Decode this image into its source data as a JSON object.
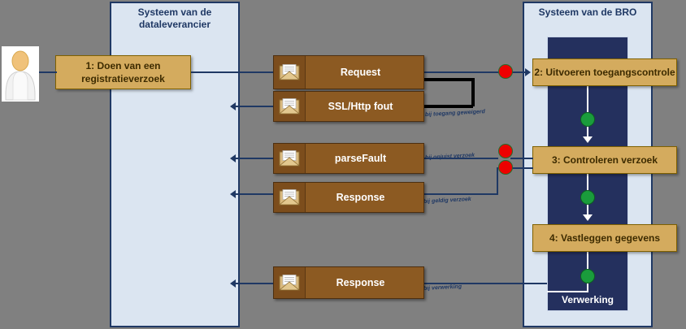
{
  "lanes": [
    {
      "id": "supplier",
      "title": "Systeem van de\ndataleverancier",
      "title_line1": "Systeem van de",
      "title_line2": "dataleverancier"
    },
    {
      "id": "bro",
      "title": "Systeem van de BRO"
    }
  ],
  "verwerking": {
    "label": "Verwerking"
  },
  "actor": {
    "icon": "user-actor-icon"
  },
  "process_steps": [
    {
      "id": "proc-1",
      "label_line1": "1: Doen van een",
      "label_line2": "registratieverzoek",
      "label": "1: Doen van een registratieverzoek"
    },
    {
      "id": "proc-2",
      "label": "2: Uitvoeren toegangscontrole"
    },
    {
      "id": "proc-3",
      "label": "3:  Controleren verzoek"
    },
    {
      "id": "proc-4",
      "label": "4: Vastleggen gegevens"
    }
  ],
  "messages": [
    {
      "id": "msg-request",
      "label": "Request",
      "icon": "envelope-icon"
    },
    {
      "id": "msg-ssl",
      "label": "SSL/Http fout",
      "icon": "envelope-icon"
    },
    {
      "id": "msg-parsefault",
      "label": "parseFault",
      "icon": "envelope-icon"
    },
    {
      "id": "msg-response1",
      "label": "Response",
      "icon": "envelope-icon"
    },
    {
      "id": "msg-response2",
      "label": "Response",
      "icon": "envelope-icon"
    }
  ],
  "conditions": [
    {
      "id": "cond-toegang",
      "label": "bij toegang geweigerd"
    },
    {
      "id": "cond-onjuist",
      "label": "bij onjuist verzoek"
    },
    {
      "id": "cond-geldig",
      "label": "bij geldig verzoek"
    },
    {
      "id": "cond-verwerking",
      "label": "bij verwerking"
    }
  ],
  "colors": {
    "lane_fill": "#dbe5f1",
    "lane_border": "#1f3864",
    "process_fill": "#d4ab5e",
    "process_border": "#7f6000",
    "message_fill": "#8c5a22",
    "message_icon_fill": "#7c4d1c",
    "verwerking_fill": "#24305e",
    "decision_red": "#ee0000",
    "decision_green": "#1a9c3c",
    "connector": "#1f3864",
    "canvas": "#808080"
  }
}
